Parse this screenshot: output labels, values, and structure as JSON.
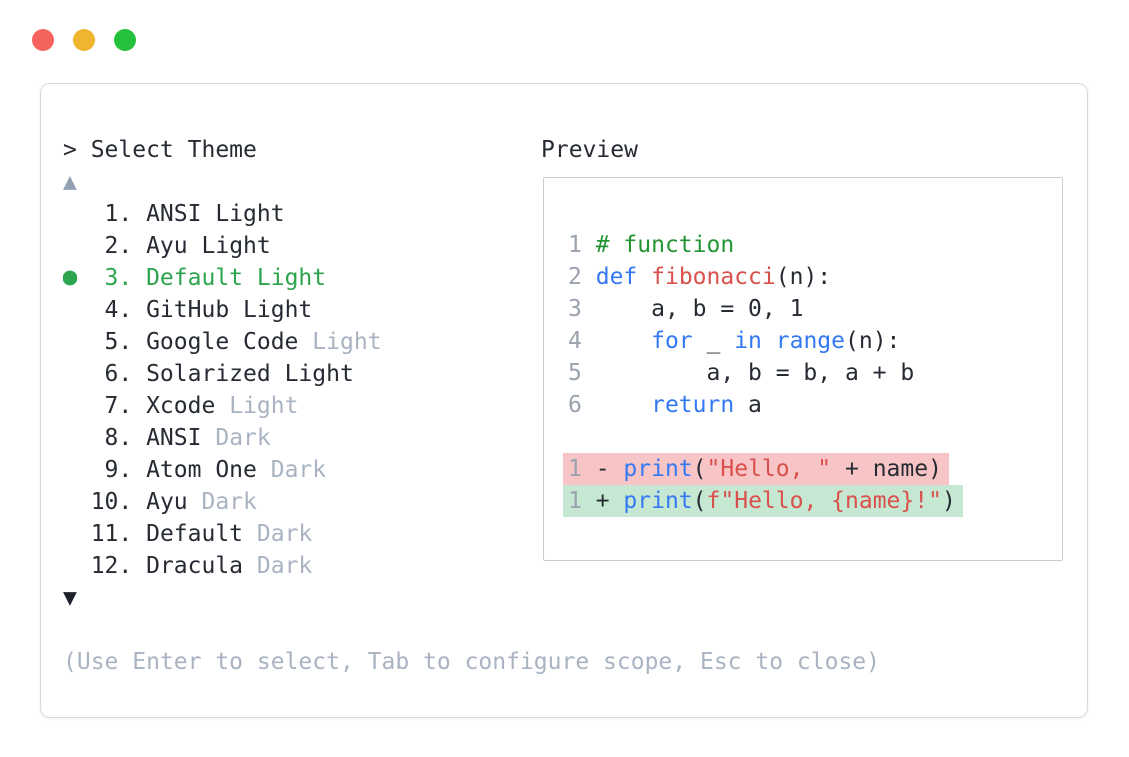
{
  "window": {
    "traffic_lights": [
      {
        "name": "close-button",
        "color": "#f4635c"
      },
      {
        "name": "minimize-button",
        "color": "#f1b42f"
      },
      {
        "name": "maximize-button",
        "color": "#25c13c"
      }
    ]
  },
  "theme_picker": {
    "prompt": "> Select Theme",
    "scroll_up_indicator": "▲",
    "scroll_down_indicator": "▼",
    "selected_marker": "●",
    "items": [
      {
        "number": "1.",
        "name": "ANSI",
        "variant": "Light",
        "variant_muted": false,
        "selected": false
      },
      {
        "number": "2.",
        "name": "Ayu",
        "variant": "Light",
        "variant_muted": false,
        "selected": false
      },
      {
        "number": "3.",
        "name": "Default",
        "variant": "Light",
        "variant_muted": false,
        "selected": true
      },
      {
        "number": "4.",
        "name": "GitHub",
        "variant": "Light",
        "variant_muted": false,
        "selected": false
      },
      {
        "number": "5.",
        "name": "Google Code",
        "variant": "Light",
        "variant_muted": true,
        "selected": false
      },
      {
        "number": "6.",
        "name": "Solarized",
        "variant": "Light",
        "variant_muted": false,
        "selected": false
      },
      {
        "number": "7.",
        "name": "Xcode",
        "variant": "Light",
        "variant_muted": true,
        "selected": false
      },
      {
        "number": "8.",
        "name": "ANSI",
        "variant": "Dark",
        "variant_muted": true,
        "selected": false
      },
      {
        "number": "9.",
        "name": "Atom One",
        "variant": "Dark",
        "variant_muted": true,
        "selected": false
      },
      {
        "number": "10.",
        "name": "Ayu",
        "variant": "Dark",
        "variant_muted": true,
        "selected": false
      },
      {
        "number": "11.",
        "name": "Default",
        "variant": "Dark",
        "variant_muted": true,
        "selected": false
      },
      {
        "number": "12.",
        "name": "Dracula",
        "variant": "Dark",
        "variant_muted": true,
        "selected": false
      }
    ],
    "hint": "(Use Enter to select, Tab to configure scope, Esc to close)"
  },
  "preview": {
    "title": "Preview",
    "code_lines": [
      {
        "num": "1",
        "diff": null,
        "tokens": [
          [
            "comment",
            "# function"
          ]
        ]
      },
      {
        "num": "2",
        "diff": null,
        "tokens": [
          [
            "kw",
            "def"
          ],
          [
            "plain",
            " "
          ],
          [
            "fn",
            "fibonacci"
          ],
          [
            "plain",
            "(n):"
          ]
        ]
      },
      {
        "num": "3",
        "diff": null,
        "tokens": [
          [
            "plain",
            "    a, b = 0, 1"
          ]
        ]
      },
      {
        "num": "4",
        "diff": null,
        "tokens": [
          [
            "plain",
            "    "
          ],
          [
            "kw",
            "for"
          ],
          [
            "plain",
            " _ "
          ],
          [
            "kw",
            "in"
          ],
          [
            "plain",
            " "
          ],
          [
            "kw",
            "range"
          ],
          [
            "plain",
            "(n):"
          ]
        ]
      },
      {
        "num": "5",
        "diff": null,
        "tokens": [
          [
            "plain",
            "        a, b = b, a + b"
          ]
        ]
      },
      {
        "num": "6",
        "diff": null,
        "tokens": [
          [
            "plain",
            "    "
          ],
          [
            "kw",
            "return"
          ],
          [
            "plain",
            " a"
          ]
        ]
      },
      {
        "num": "",
        "diff": null,
        "tokens": []
      },
      {
        "num": "1",
        "diff": "del",
        "tokens": [
          [
            "plain",
            "- "
          ],
          [
            "kw",
            "print"
          ],
          [
            "plain",
            "("
          ],
          [
            "str",
            "\"Hello, \""
          ],
          [
            "plain",
            " + name)"
          ]
        ]
      },
      {
        "num": "1",
        "diff": "add",
        "tokens": [
          [
            "plain",
            "+ "
          ],
          [
            "kw",
            "print"
          ],
          [
            "plain",
            "("
          ],
          [
            "str",
            "f\"Hello, {name}!\""
          ],
          [
            "plain",
            ")"
          ]
        ]
      }
    ]
  },
  "colors": {
    "accent_green": "#2da44e",
    "text_dark": "#262b33",
    "muted_gray": "#a9b3c2",
    "line_number_gray": "#9aa2ae",
    "keyword_blue": "#3478f2",
    "string_red": "#d9504c",
    "comment_green": "#259434",
    "diff_del_bg": "#f8c5c6",
    "diff_add_bg": "#c6e8d2",
    "panel_border": "#d6dae1",
    "preview_border": "#c9cdd5",
    "indicator_up_gray": "#93a0b4",
    "indicator_down_dark": "#1c212b"
  }
}
